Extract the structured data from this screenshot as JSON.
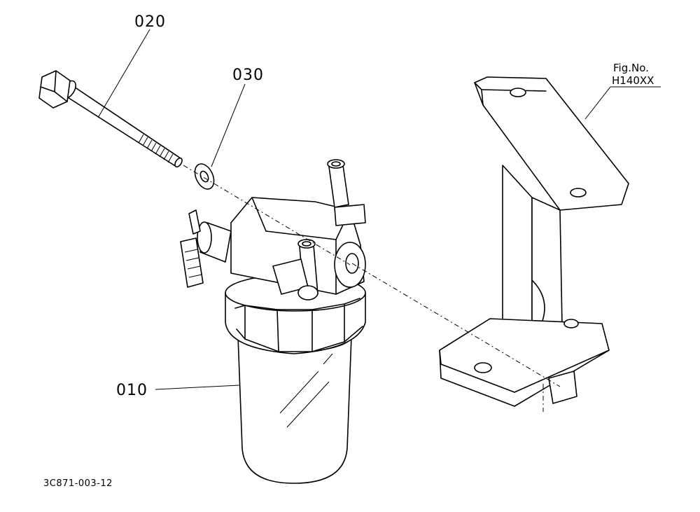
{
  "callouts": {
    "filter_assembly": "010",
    "bolt": "020",
    "washer": "030"
  },
  "figure": {
    "label": "Fig.No.",
    "number": "H140XX"
  },
  "drawing_code": "3C871-003-12"
}
